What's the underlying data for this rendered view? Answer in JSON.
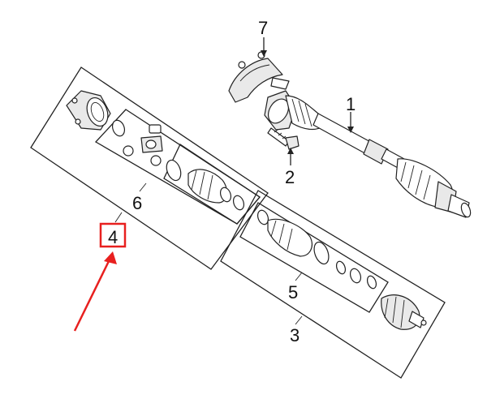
{
  "callouts": {
    "c1": "1",
    "c2": "2",
    "c3": "3",
    "c4": "4",
    "c5": "5",
    "c6": "6",
    "c7": "7"
  },
  "highlight": {
    "color": "#e8201f",
    "target_label": "4"
  }
}
